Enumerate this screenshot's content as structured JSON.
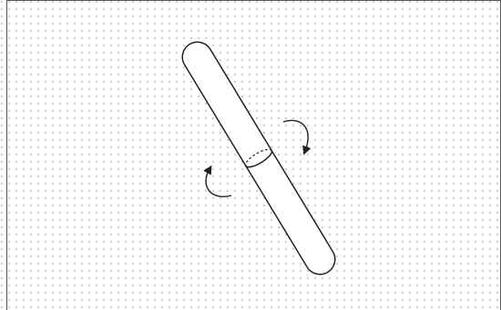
{
  "diagram": {
    "subject": "twisted-cylinder",
    "background_pattern": "dot-grid",
    "colors": {
      "background": "#ffffff",
      "frame": "#555555",
      "dots": "#8a8a8a",
      "line": "#222222",
      "fill": "#ffffff"
    },
    "parts": [
      {
        "name": "upper-cylinder-segment",
        "outline": "solid"
      },
      {
        "name": "lower-cylinder-segment",
        "outline": "solid"
      },
      {
        "name": "seam-front",
        "outline": "solid"
      },
      {
        "name": "seam-back",
        "outline": "dashed"
      }
    ],
    "rotation_arrows": [
      {
        "name": "rotation-arrow-right",
        "sense": "clockwise"
      },
      {
        "name": "rotation-arrow-left",
        "sense": "counterclockwise"
      }
    ]
  }
}
